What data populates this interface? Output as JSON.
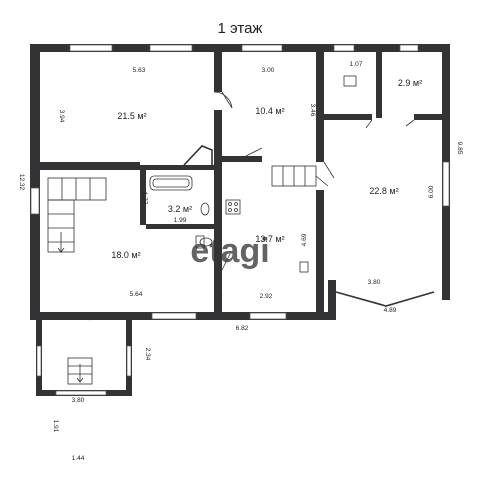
{
  "title": "1 этаж",
  "watermark": "etagi",
  "rooms": [
    {
      "id": "living",
      "area": "21.5 м²"
    },
    {
      "id": "room-north",
      "area": "10.4 м²"
    },
    {
      "id": "small-storage",
      "area": "2.9 м²"
    },
    {
      "id": "bathroom",
      "area": "3.2 м²"
    },
    {
      "id": "corridor",
      "area": "13.7 м²"
    },
    {
      "id": "hall",
      "area": "22.8 м²"
    },
    {
      "id": "stair-room",
      "area": "18.0 м²"
    }
  ],
  "dimensions": {
    "living_width": "5.63",
    "living_depth": "3.94",
    "room_north_width": "3.00",
    "room_north_depth": "3.46",
    "closet_width": "1.07",
    "outer_height": "12.32",
    "outer_right": "9.85",
    "hall_depth": "6.00",
    "hall_width": "3.80",
    "hall_bay": "4.89",
    "bath_depth": "1.77",
    "bath_width": "1.99",
    "corridor_depth": "4.69",
    "stair_room_width": "5.64",
    "corridor_width": "2.92",
    "bottom_total": "6.82",
    "porch_depth": "2.34",
    "porch_width": "3.80",
    "porch_left": "1.91",
    "porch_step": "1.44"
  }
}
